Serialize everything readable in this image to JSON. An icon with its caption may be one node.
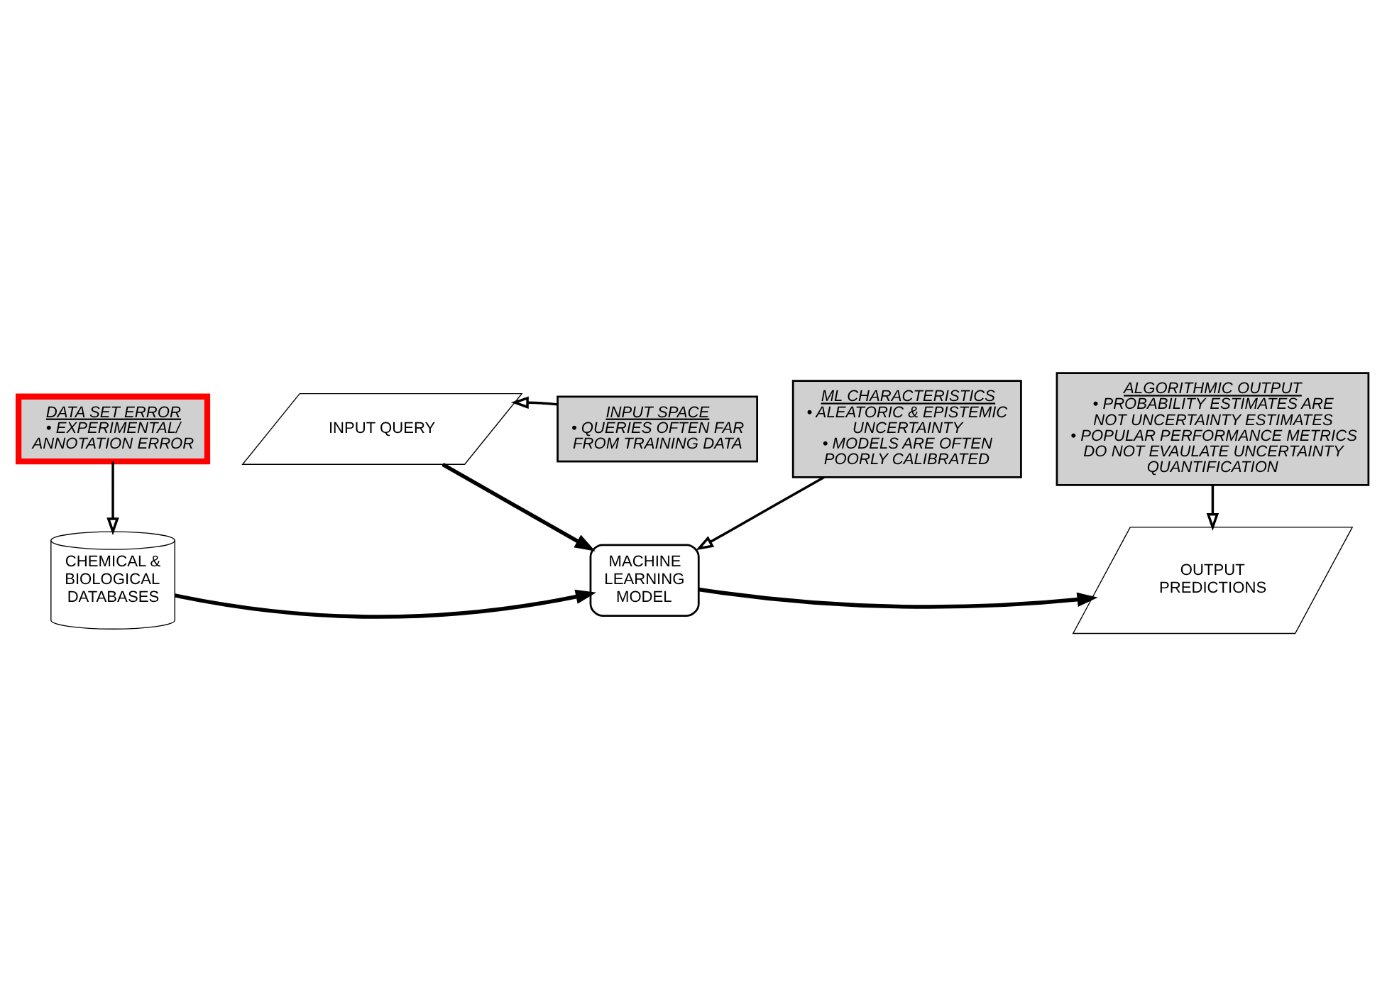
{
  "diagram": {
    "nodes": [
      {
        "text": [
          "DATA SET ERROR",
          "• EXPERIMENTAL/ ANNOTATION ERROR"
        ]
      },
      {
        "text": [
          "INPUT QUERY"
        ]
      },
      {
        "text": [
          "INPUT SPACE",
          "• QUERIES OFTEN FAR FROM TRAINING DATA"
        ]
      },
      {
        "text": [
          "CHEMICAL & BIOLOGICAL DATABASES"
        ]
      },
      {
        "text": [
          "MACHINE LEARNING MODEL"
        ]
      },
      {
        "text": [
          "OUTPUT PREDICTIONS"
        ]
      },
      {
        "text": [
          "ML CHARACTERISTICS",
          "• ALEATORIC & EPISTEMIC UNCERTAINTY",
          "• MODELS ARE OFTEN POORLY CALIBRATED"
        ]
      },
      {
        "text": [
          "ALGORITHMIC OUTPUT",
          "• PROBABILITY ESTIMATES ARE NOT UNCERTAINTY ESTIMATES",
          "• POPULAR PERFORMANCE METRICS DO NOT EVAULATE UNCERTAINTY QUANTIFICATION"
        ]
      }
    ],
    "edges": [
      {
        "from": 0,
        "to": 3,
        "arrow": "to"
      },
      {
        "from": 2,
        "to": 1,
        "arrow": "to"
      },
      {
        "from": 1,
        "to": 4,
        "arrow": "to"
      },
      {
        "from": 3,
        "to": 4,
        "arrow": "to"
      },
      {
        "from": 4,
        "to": 5,
        "arrow": "to"
      },
      {
        "from": 6,
        "to": 4,
        "arrow": "to"
      },
      {
        "from": 7,
        "to": 5,
        "arrow": "to"
      }
    ]
  }
}
